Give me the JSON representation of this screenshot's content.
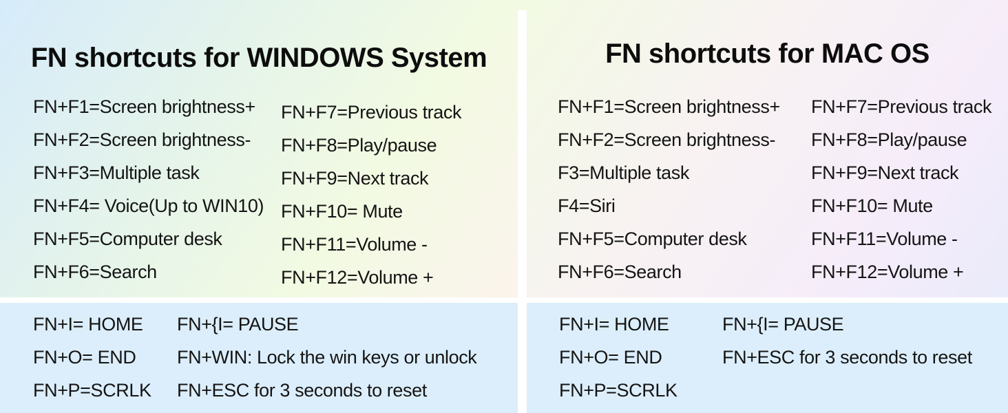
{
  "colors": {
    "bottom_box_bg": "#dceefb",
    "divider": "#ffffff",
    "text": "#141414",
    "gradient_blue": "#d6ebfb",
    "gradient_green": "#f2fae2",
    "gradient_pink": "#fdf1ee",
    "gradient_lavender": "#f5ecfa",
    "gradient_periwinkle": "#e4eafb"
  },
  "left_panel": {
    "title": "FN shortcuts for WINDOWS System",
    "fn_col1": [
      "FN+F1=Screen brightness+",
      "FN+F2=Screen brightness-",
      "FN+F3=Multiple task",
      "FN+F4= Voice(Up to WIN10)",
      "FN+F5=Computer desk",
      "FN+F6=Search"
    ],
    "fn_col2": [
      "FN+F7=Previous track",
      "FN+F8=Play/pause",
      "FN+F9=Next track",
      "FN+F10= Mute",
      "FN+F11=Volume -",
      "FN+F12=Volume +"
    ],
    "extra_col1": [
      "FN+I= HOME",
      "FN+O= END",
      "FN+P=SCRLK"
    ],
    "extra_col2": [
      "FN+{I= PAUSE",
      "FN+WIN: Lock the win keys or unlock",
      "FN+ESC for 3 seconds to reset"
    ]
  },
  "right_panel": {
    "title": "FN shortcuts for MAC OS",
    "fn_col1": [
      "FN+F1=Screen brightness+",
      "FN+F2=Screen brightness-",
      "F3=Multiple task",
      "F4=Siri",
      "FN+F5=Computer desk",
      "FN+F6=Search"
    ],
    "fn_col2": [
      "FN+F7=Previous track",
      "FN+F8=Play/pause",
      "FN+F9=Next track",
      "FN+F10= Mute",
      "FN+F11=Volume -",
      "FN+F12=Volume +"
    ],
    "extra_col1": [
      "FN+I= HOME",
      "FN+O= END",
      "FN+P=SCRLK"
    ],
    "extra_col2": [
      "FN+{I= PAUSE",
      "FN+ESC for 3 seconds to reset"
    ]
  }
}
